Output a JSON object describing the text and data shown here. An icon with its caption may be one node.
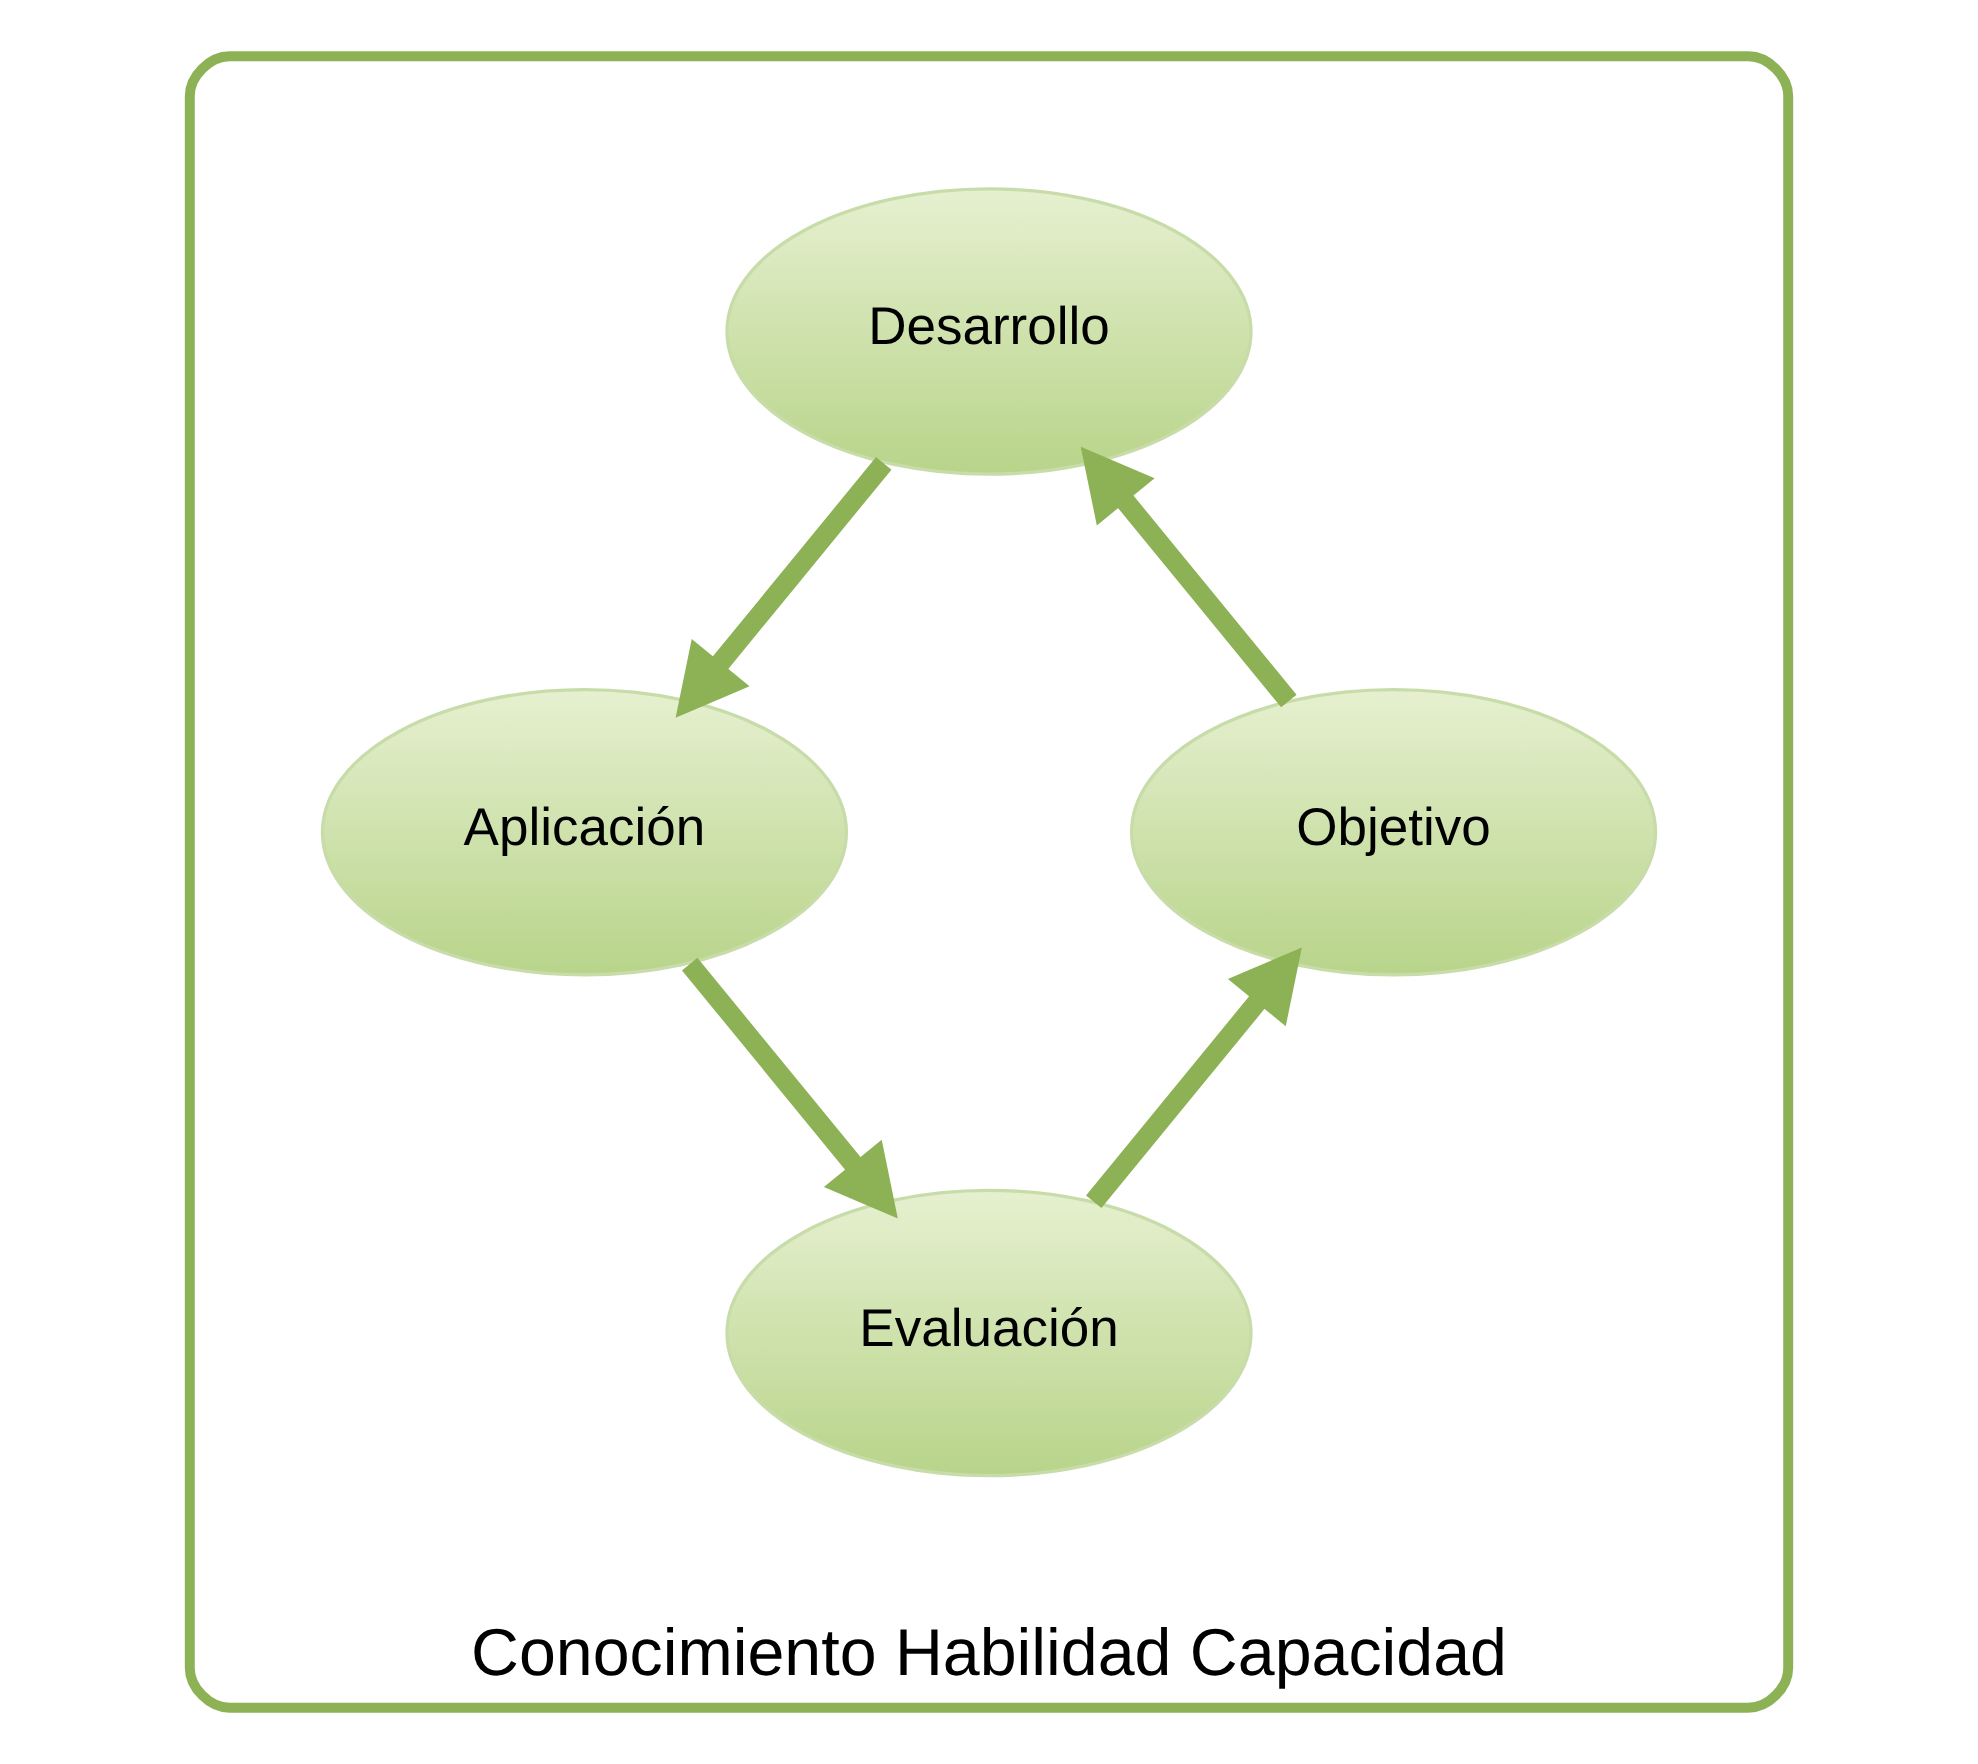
{
  "diagram": {
    "nodes": [
      {
        "text": [
          "Conocimiento Habilidad Capacidad"
        ]
      },
      {
        "text": [
          "Desarrollo"
        ],
        "in": 0
      },
      {
        "text": [
          "Objetivo"
        ],
        "in": 0
      },
      {
        "text": [
          "Aplicación"
        ],
        "in": 0
      },
      {
        "text": [
          "Evaluación"
        ],
        "in": 0
      }
    ],
    "edges": [
      {
        "from": 2,
        "to": 1,
        "arrow": "to"
      },
      {
        "from": 1,
        "to": 3,
        "arrow": "to"
      },
      {
        "from": 3,
        "to": 4,
        "arrow": "to"
      },
      {
        "from": 4,
        "to": 2,
        "arrow": "to"
      }
    ]
  }
}
